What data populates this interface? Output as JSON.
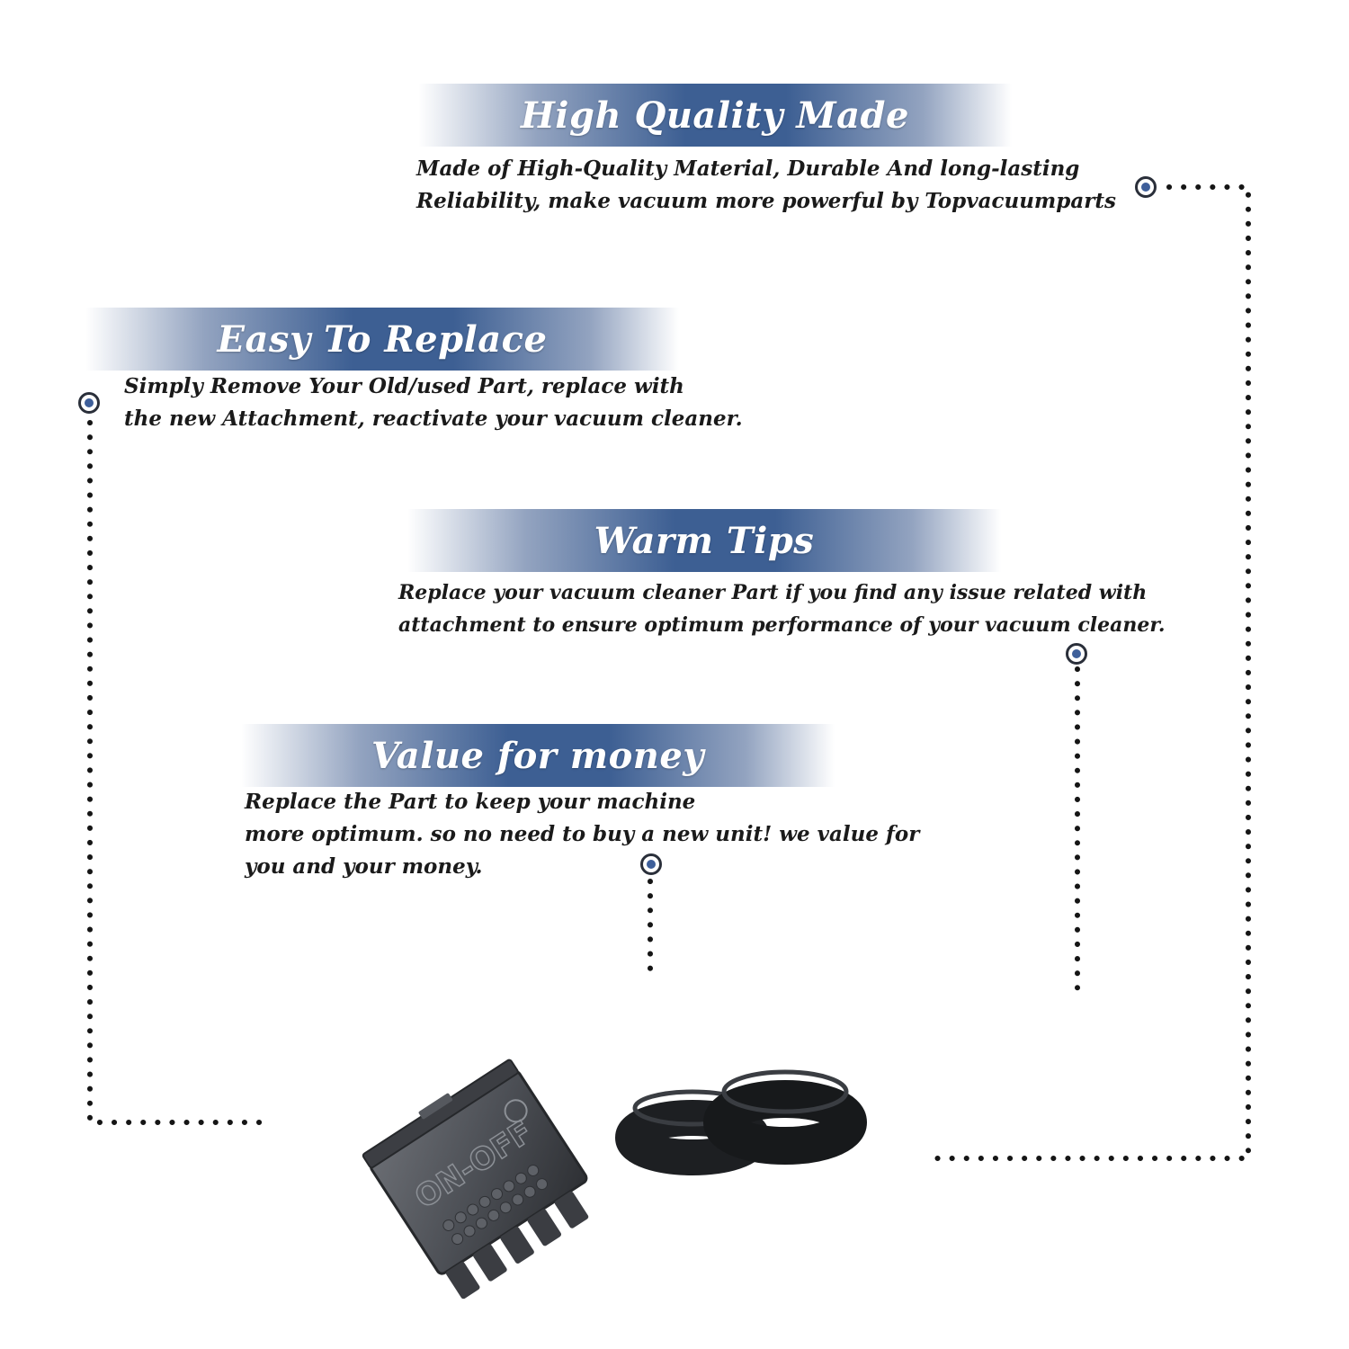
{
  "sections": [
    {
      "title": "High Quality Made",
      "lines": [
        "Made of  High-Quality Material, Durable And long-lasting",
        "Reliability, make vacuum more powerful by Topvacuumparts"
      ]
    },
    {
      "title": "Easy To Replace",
      "lines": [
        "Simply Remove Your Old/used Part, replace with",
        "the new Attachment, reactivate your vacuum cleaner."
      ]
    },
    {
      "title": "Warm Tips",
      "lines": [
        "Replace your vacuum cleaner Part if you find any issue related with",
        " attachment to ensure optimum performance of your vacuum cleaner."
      ]
    },
    {
      "title": "Value for money",
      "lines": [
        "Replace the Part to keep your machine",
        "more optimum. so no need to buy a new unit! we value for",
        "you and your money."
      ]
    }
  ],
  "product": {
    "switch_label": "ON-OFF"
  },
  "colors": {
    "banner_blue": "#3d5f93",
    "marker_blue": "#3e5f9a",
    "dotted_line": "#151515",
    "text": "#1a1a1a"
  }
}
